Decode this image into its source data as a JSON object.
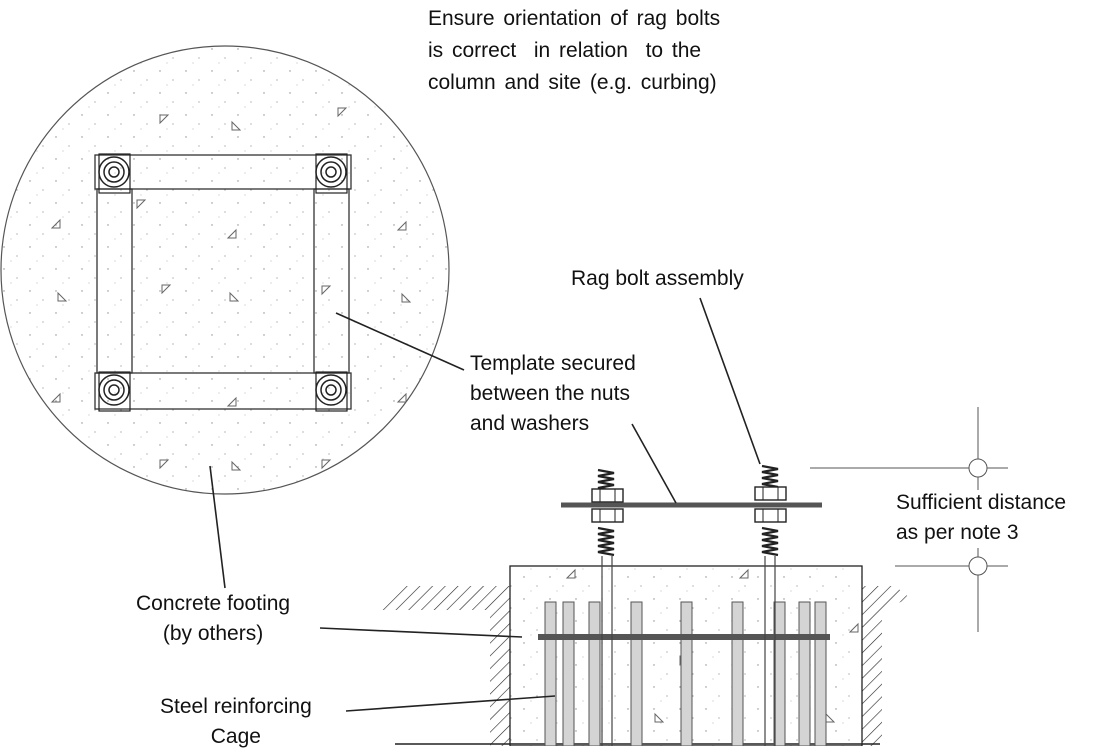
{
  "note_top": {
    "line1": "Ensure orientation of rag bolts",
    "line2": "is correct  in relation  to the",
    "line3": "column and site (e.g. curbing)"
  },
  "labels": {
    "rag_bolt": "Rag bolt assembly",
    "template_line1": "Template secured",
    "template_line2": "between the nuts",
    "template_line3": "and washers",
    "distance_line1": "Sufficient distance",
    "distance_line2": "as per note 3",
    "concrete_line1": "Concrete footing",
    "concrete_line2": "(by others)",
    "steel_line1": "Steel reinforcing",
    "steel_line2": "Cage"
  },
  "colors": {
    "line": "#222222",
    "rebar_fill": "#d4d4d4",
    "rebar_stroke": "#555555",
    "template_bar": "#555555"
  }
}
